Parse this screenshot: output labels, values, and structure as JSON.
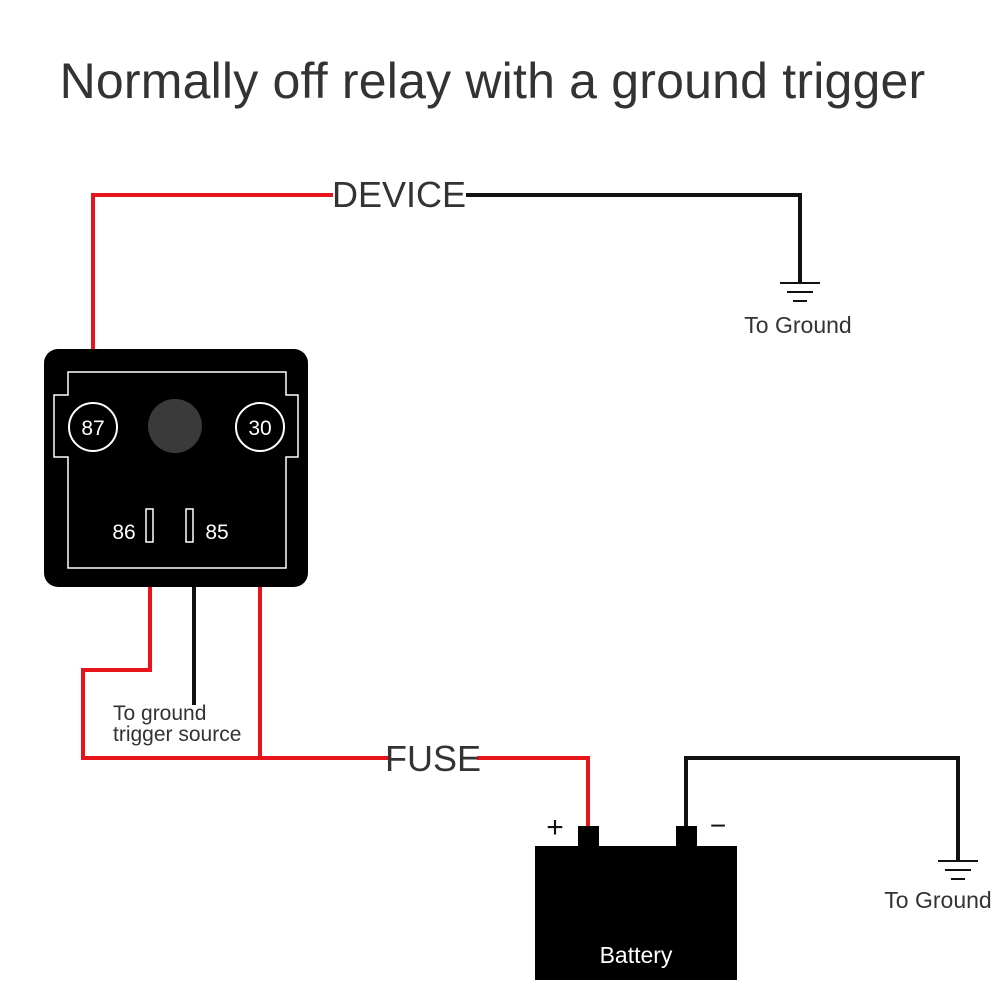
{
  "title": "Normally off relay with a ground trigger",
  "labels": {
    "device": "DEVICE",
    "fuse": "FUSE",
    "ground_top": "To Ground",
    "ground_right": "To Ground",
    "trigger_line1": "To ground",
    "trigger_line2": "trigger source",
    "battery": "Battery",
    "battery_plus": "+",
    "battery_minus": "−"
  },
  "relay": {
    "pin_87": "87",
    "pin_30": "30",
    "pin_86": "86",
    "pin_85": "85"
  },
  "colors": {
    "power_wire": "#e8141c",
    "ground_wire": "#111111",
    "relay_body": "#000000",
    "relay_outline": "#ffffff",
    "relay_dot": "#3a3a3a",
    "text": "#333333"
  }
}
